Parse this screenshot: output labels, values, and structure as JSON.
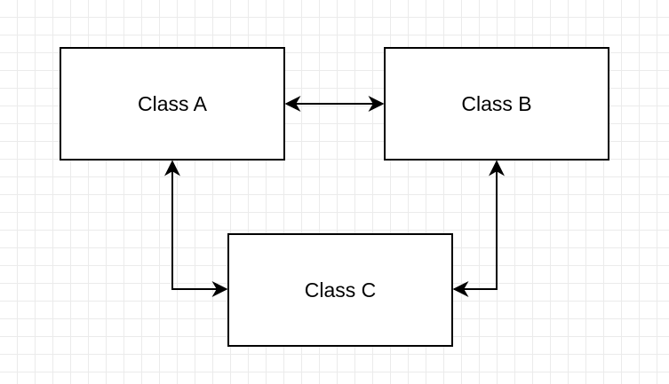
{
  "diagram": {
    "nodes": [
      {
        "id": "a",
        "label": "Class A"
      },
      {
        "id": "b",
        "label": "Class B"
      },
      {
        "id": "c",
        "label": "Class C"
      }
    ],
    "edges": [
      {
        "from": "a",
        "to": "b",
        "direction": "both"
      },
      {
        "from": "a",
        "to": "c",
        "direction": "both"
      },
      {
        "from": "b",
        "to": "c",
        "direction": "both"
      }
    ]
  },
  "colors": {
    "stroke": "#000000",
    "grid": "#ebebeb",
    "background": "#ffffff"
  }
}
